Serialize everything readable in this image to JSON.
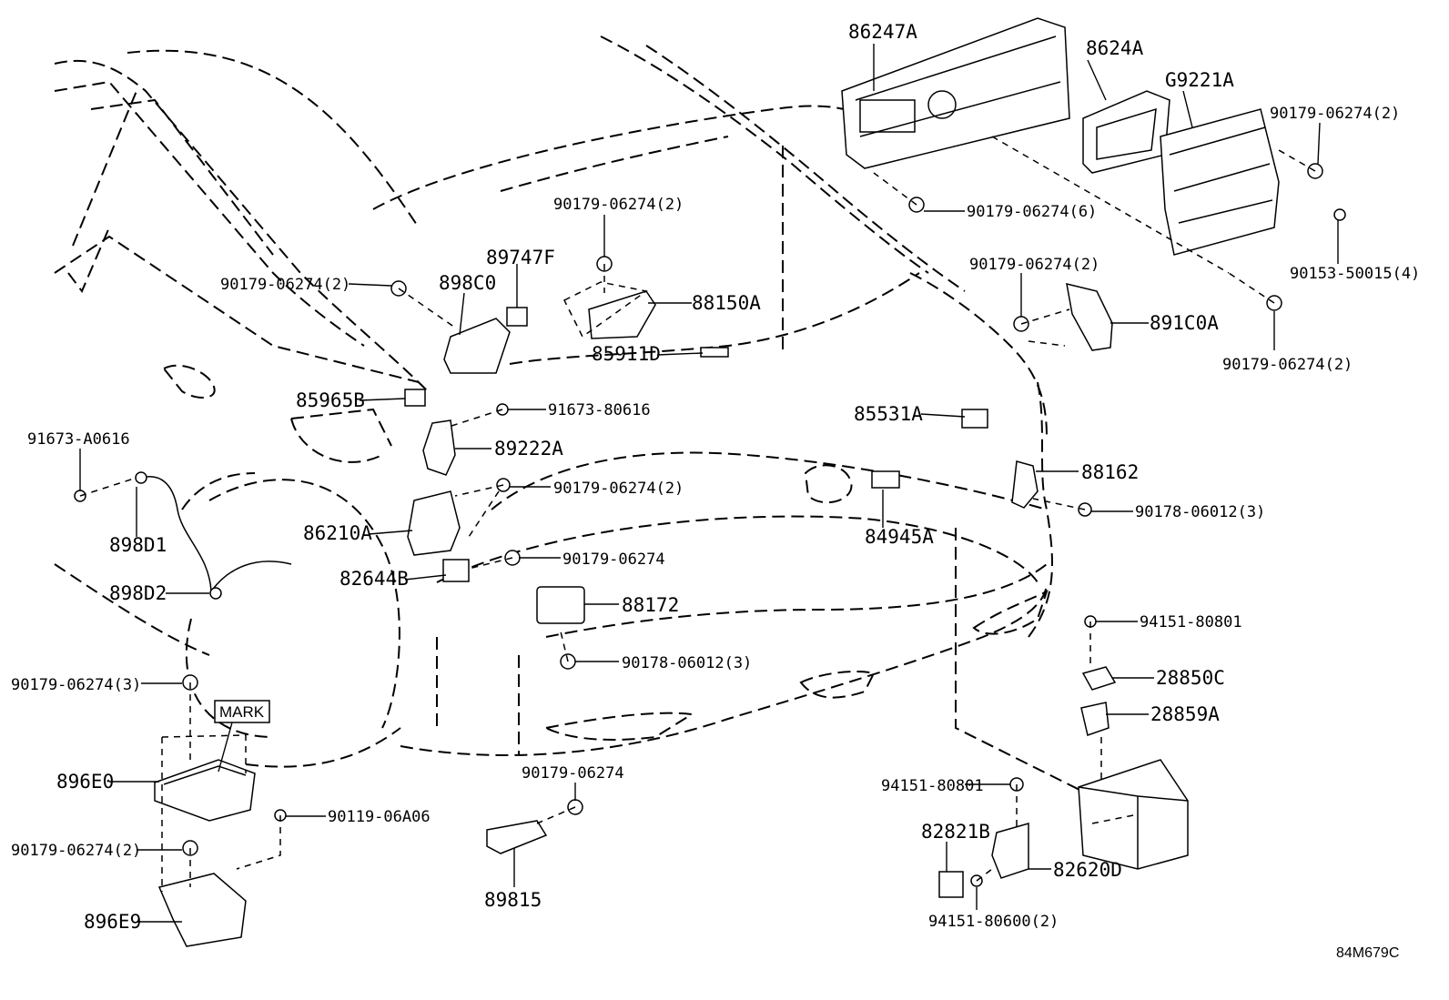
{
  "diagram": {
    "code": "84M679C",
    "labels": {
      "l86247A": "86247A",
      "l8624A": "8624A",
      "lG9221A": "G9221A",
      "l90179_top_right": "90179-06274(2)",
      "l90179_6": "90179-06274(6)",
      "l90153": "90153-50015(4)",
      "l90179_891": "90179-06274(2)",
      "l891C0A": "891C0A",
      "l90179_rb": "90179-06274(2)",
      "l90179_mid_top": "90179-06274(2)",
      "l89747F": "89747F",
      "l898C0": "898C0",
      "l90179_left_top": "90179-06274(2)",
      "l88150A": "88150A",
      "l85911D": "85911D",
      "l85965B": "85965B",
      "l91673_80616": "91673-80616",
      "l89222A": "89222A",
      "l91673_A0616": "91673-A0616",
      "l90179_86210": "90179-06274(2)",
      "l898D1": "898D1",
      "l86210A": "86210A",
      "l90179_82644": "90179-06274",
      "l82644B": "82644B",
      "l898D2": "898D2",
      "l88172": "88172",
      "l90178_88172": "90178-06012(3)",
      "l85531A": "85531A",
      "l88162": "88162",
      "l90178_88162": "90178-06012(3)",
      "l84945A": "84945A",
      "l90179_3": "90179-06274(3)",
      "mark": "MARK",
      "l896E0": "896E0",
      "l90119": "90119-06A06",
      "l90179_896": "90179-06274(2)",
      "l896E9": "896E9",
      "l90179_898": "90179-06274",
      "l89815": "89815",
      "l94151_80801_top": "94151-80801",
      "l28850C": "28850C",
      "l28859A": "28859A",
      "l94151_80801_bot": "94151-80801",
      "l82821B": "82821B",
      "l82620D": "82620D",
      "l94151_80600": "94151-80600(2)"
    }
  }
}
